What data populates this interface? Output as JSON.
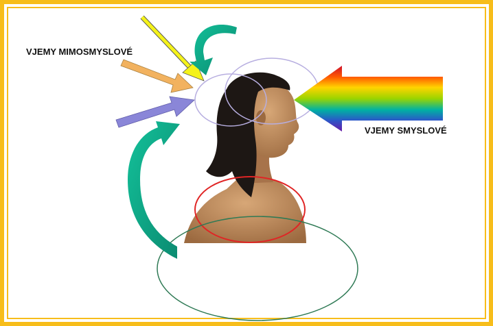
{
  "labels": {
    "extrasensory": "VJEMY MIMOSMYSLOVÉ",
    "sensory": "VJEMY SMYSLOVÉ"
  },
  "colors": {
    "frame": "#f7bd1a",
    "arrow_yellow": "#f4f21a",
    "arrow_orange": "#f2b25f",
    "arrow_violet": "#8a86d8",
    "arrow_teal": "#1aa98a",
    "ellipse_lavender": "#b7aee0",
    "ellipse_red": "#e02525",
    "ellipse_green": "#2f7a55",
    "skin": "#b98655",
    "hair": "#1d1714"
  },
  "icons": {
    "figure": "human-profile",
    "rainbow_arrow": "rainbow-arrow-left"
  }
}
